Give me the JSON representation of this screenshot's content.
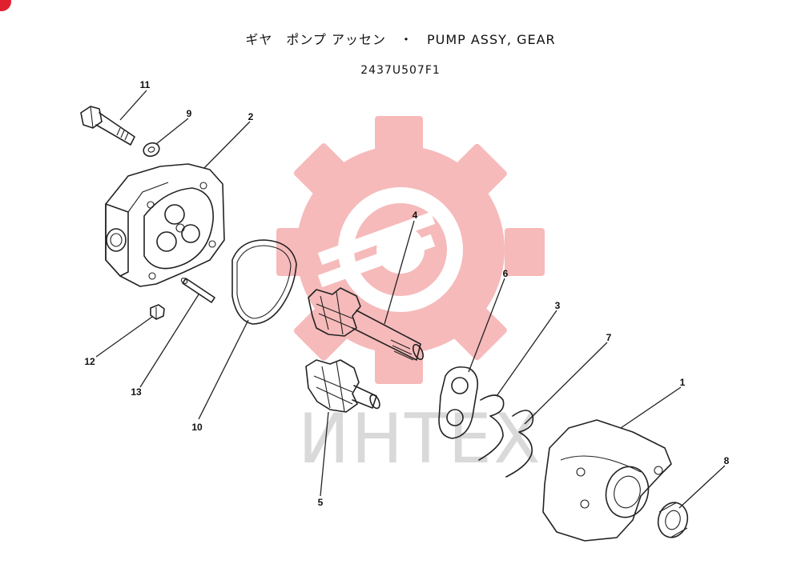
{
  "header": {
    "title": "ギヤ　ポンプ アッセン　・　PUMP ASSY, GEAR",
    "part_code": "2437U507F1"
  },
  "watermark": {
    "text": "ИНТЕХ",
    "color": "#f4a6a6"
  },
  "callouts": {
    "p1": "1",
    "p2": "2",
    "p3": "3",
    "p4": "4",
    "p5": "5",
    "p6": "6",
    "p7": "7",
    "p8": "8",
    "p9": "9",
    "p10": "10",
    "p11": "11",
    "p12": "12",
    "p13": "13"
  }
}
